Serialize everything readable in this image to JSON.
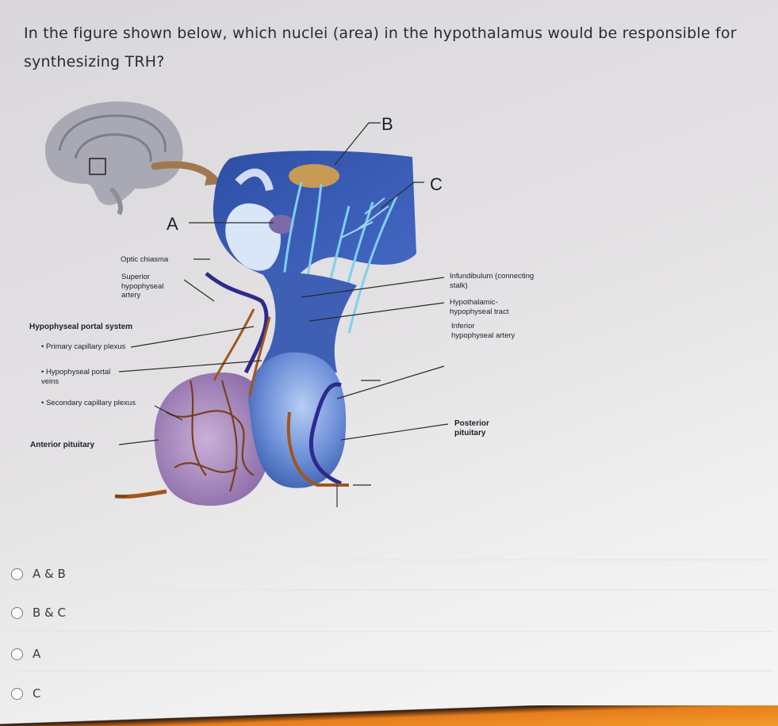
{
  "question": {
    "text": "In the figure shown below, which nuclei (area) in the hypothalamus would be responsible for synthesizing TRH?"
  },
  "figure": {
    "labels": {
      "A": "A",
      "B": "B",
      "C": "C",
      "optic_chiasma": "Optic chiasma",
      "superior_artery": "Superior hypophyseal artery",
      "portal_system": "Hypophyseal portal system",
      "primary_plexus": "• Primary capillary plexus",
      "portal_veins": "• Hypophyseal portal veins",
      "secondary_plexus": "• Secondary capillary plexus",
      "anterior_pituitary": "Anterior pituitary",
      "infundibulum": "Infundibulum (connecting stalk)",
      "tract": "Hypothalamic-hypophyseal tract",
      "inferior_artery": "Inferior hypophyseal artery",
      "posterior_pituitary": "Posterior pituitary"
    }
  },
  "options": [
    {
      "label": "A & B"
    },
    {
      "label": "B & C"
    },
    {
      "label": "A"
    },
    {
      "label": "C"
    }
  ],
  "colors": {
    "accent_bar": "#f29a2a",
    "tissue_blue": "#3d62b8",
    "vessel_brown": "#a0561e"
  }
}
